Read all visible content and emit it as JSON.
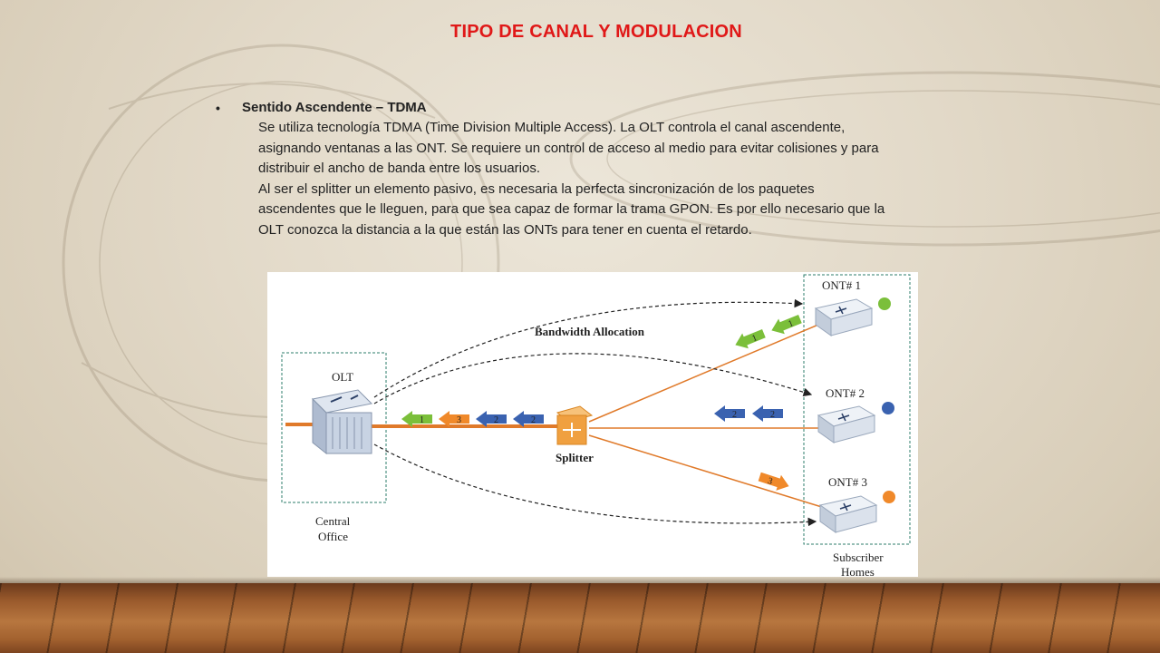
{
  "slide": {
    "title": "TIPO DE CANAL Y MODULACION",
    "bullet": {
      "symbol": "•",
      "heading": "Sentido Ascendente – TDMA",
      "paragraph": "Se utiliza tecnología TDMA (Time Division Multiple Access). La OLT controla el canal ascendente,\nasignando ventanas a las ONT. Se requiere un control de acceso al medio para evitar colisiones y para\ndistribuir el ancho de banda entre los usuarios.\nAl ser el splitter un elemento pasivo, es necesaria la perfecta sincronización de los paquetes\nascendentes que le lleguen, para que sea capaz de formar la trama GPON. Es por ello necesario que la\nOLT conozca la distancia a  la que están las ONTs para tener en cuenta el  retardo."
    }
  },
  "diagram": {
    "labels": {
      "olt": "OLT",
      "central_office_line1": "Central",
      "central_office_line2": "Office",
      "bandwidth": "Bandwidth Allocation",
      "splitter": "Splitter",
      "ont1": "ONT# 1",
      "ont2": "ONT# 2",
      "ont3": "ONT# 3",
      "subscriber_line1": "Subscriber",
      "subscriber_line2": "Homes"
    },
    "trunk_packets": [
      "1",
      "3",
      "2",
      "2"
    ],
    "ont1_packets": [
      "1",
      "1"
    ],
    "ont2_packets": [
      "2",
      "2"
    ],
    "ont3_packets": [
      "3"
    ],
    "colors": {
      "title": "#e01818",
      "fiber": "#e07a2a",
      "green": "#7bbf3a",
      "blue": "#3a62b0",
      "orange": "#f0892a",
      "box_border": "#2e7d6b"
    }
  }
}
